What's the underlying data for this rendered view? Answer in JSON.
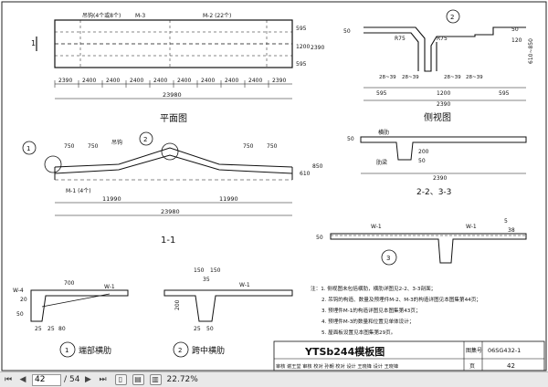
{
  "drawing": {
    "plan_view": {
      "title": "平面图",
      "label_hook": "吊钩(4个或8个)",
      "label_m3": "M-3",
      "label_m2": "M-2 (22个)",
      "segments": [
        "2390",
        "2400",
        "2400",
        "2400",
        "2400",
        "2400",
        "2400",
        "2400",
        "2400",
        "2390"
      ],
      "total": "23980",
      "right_dims": [
        "595",
        "1200",
        "595"
      ],
      "right_total": "2390",
      "section_mark": "1"
    },
    "side_view": {
      "title": "侧视图",
      "circle_label": "2",
      "dims_top": [
        "50"
      ],
      "r75_a": "R75",
      "r75_b": "R75",
      "heights": [
        "50",
        "120"
      ],
      "range": "610~850",
      "rib_a": "28~39",
      "rib_b": "28~39",
      "rib_c": "28~39",
      "rib_d": "28~39",
      "bottom_dims": [
        "595",
        "1200",
        "595"
      ],
      "bottom_total": "2390"
    },
    "section_22": {
      "title": "2-2、3-3",
      "label_rib": "横肋",
      "label_rib2": "肋梁",
      "dim_50": "50",
      "dim_200": "200",
      "dim_50b": "50",
      "total": "2390"
    },
    "section_11": {
      "title": "1-1",
      "circle_1": "1",
      "circle_2": "2",
      "dims_a": [
        "750",
        "750"
      ],
      "dims_b": [
        "750",
        "750"
      ],
      "label_hook": "吊钩",
      "label_m1": "M-1 (4个)",
      "halves": [
        "11990",
        "11990"
      ],
      "total": "23980",
      "right_dims": [
        "610",
        "850"
      ]
    },
    "detail_3": {
      "circle": "3",
      "label_w1a": "W-1",
      "label_w1b": "W-1",
      "dim_5": "5",
      "dim_38": "38",
      "dim_50": "50"
    },
    "detail_end": {
      "circle": "1",
      "caption": "端部横肋",
      "dim_700": "700",
      "label_w4": "W-4",
      "label_w1": "W-1",
      "dim_20": "20",
      "dim_50": "50",
      "dim_25a": "25",
      "dim_25b": "25",
      "dim_80": "80"
    },
    "detail_mid": {
      "circle": "2",
      "caption": "跨中横肋",
      "dim_150a": "150",
      "dim_150b": "150",
      "dim_35": "35",
      "dim_200": "200",
      "dim_25": "25",
      "dim_50": "50",
      "label_w1": "W-1"
    },
    "notes": [
      "注：1. 侧视图未包括横肋，横肋详图见2-2、3-3剖面；",
      "2. 吊钩的构造、数量及预埋件M-2、M-3的构造详图见本图集第44页；",
      "3. 预埋件M-1的构造详图见本图集第43页；",
      "4. 预埋件M-3的数量和位置见单体设计；",
      "5. 屋面板设置见本图集第29页。"
    ],
    "title_block": {
      "title": "YTSb244模板图",
      "atlas_label": "图集号",
      "atlas_no": "06SG432-1",
      "page_label": "页",
      "page_no": "42",
      "review_row": "审核 谢王堂  审核  校对  孙朝  校对  设计 王晓锋  设计 王晓锋"
    }
  },
  "statusbar": {
    "page_current": "42",
    "page_sep": "/",
    "page_total": "54",
    "zoom": "22.72%",
    "first_icon": "first-page-icon",
    "prev_icon": "prev-page-icon",
    "next_icon": "next-page-icon",
    "last_icon": "last-page-icon"
  }
}
